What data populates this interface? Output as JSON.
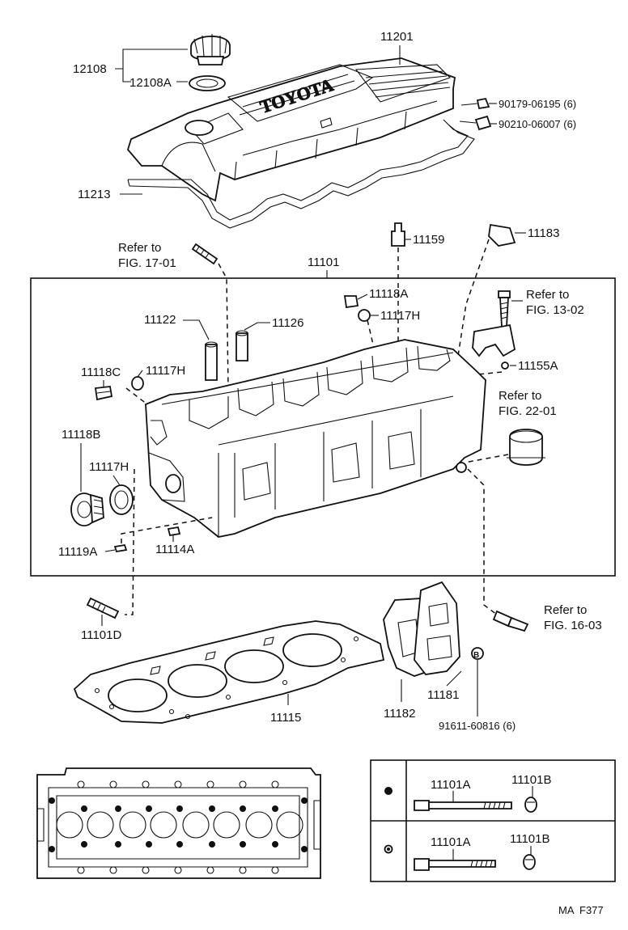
{
  "labels": {
    "p12108": "12108",
    "p12108A": "12108A",
    "p11201": "11201",
    "p90179": "90179-06195 (6)",
    "p90210": "90210-06007 (6)",
    "p11213": "11213",
    "refer_to": "Refer to",
    "fig1701": "FIG. 17-01",
    "fig1302": "FIG. 13-02",
    "fig2201": "FIG. 22-01",
    "fig1603": "FIG. 16-03",
    "p11159": "11159",
    "p11183": "11183",
    "p11101": "11101",
    "p11118A": "11118A",
    "p11117H": "11117H",
    "p11122": "11122",
    "p11126": "11126",
    "p11118C": "11118C",
    "p11155A": "11155A",
    "p11118B": "11118B",
    "p11119A": "11119A",
    "p11114A": "11114A",
    "p11101D": "11101D",
    "p11115": "11115",
    "p11182": "11182",
    "p11181": "11181",
    "p91611": "91611-60816 (6)",
    "p11101A": "11101A",
    "p11101B": "11101B",
    "cover_text": "TOYOTA",
    "footer": "MA  F377"
  },
  "colors": {
    "line": "#111111",
    "background": "#ffffff"
  }
}
